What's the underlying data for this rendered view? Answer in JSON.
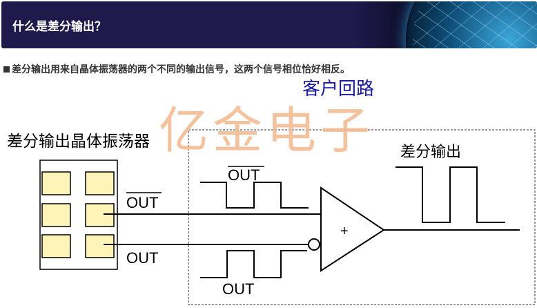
{
  "header": {
    "title": "什么是差分输出？"
  },
  "bullet": "差分输出用来自晶体振荡器的两个不同的输出信号，这两个信号相位恰好相反。",
  "diagram": {
    "customer_circuit_label": "客户回路",
    "oscillator_label": "差分输出晶体振荡器",
    "watermark": "亿金电子",
    "pin_out_bar": "OUT",
    "pin_out": "OUT",
    "wave_out_bar": "OUT",
    "wave_out": "OUT",
    "amp_plus": "+",
    "output_label": "差分输出"
  },
  "colors": {
    "header_bg": "#1e1a4c",
    "customer_label": "#1a1aa8",
    "watermark": "#f2b98c",
    "pad": "#fff4b8"
  }
}
